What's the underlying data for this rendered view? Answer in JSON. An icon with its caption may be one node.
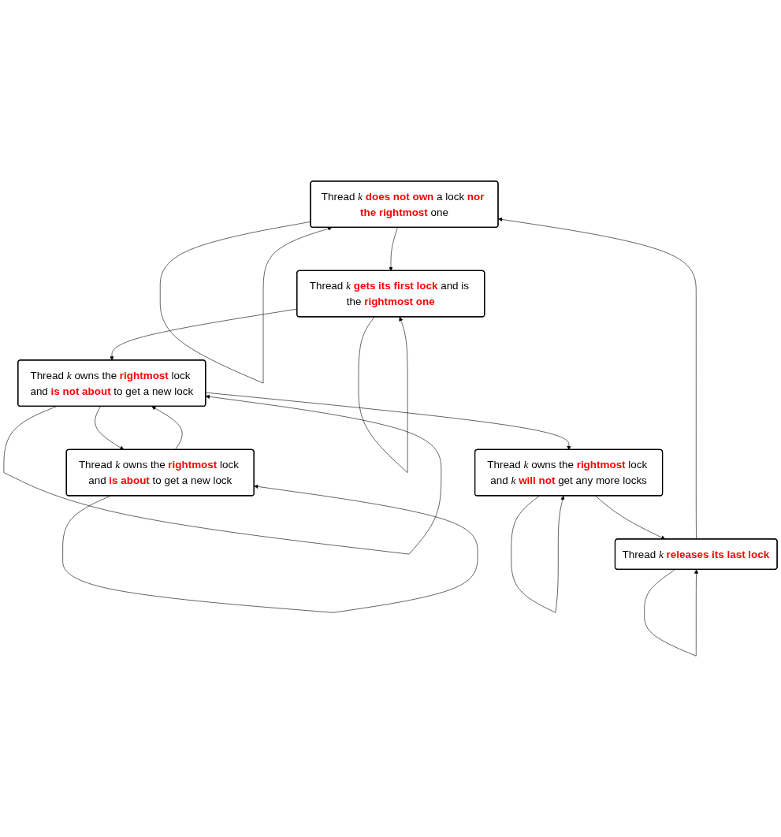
{
  "diagram": {
    "nodes": [
      {
        "text": [
          "Thread *k* **does not own** a lock **nor the rightmost** one"
        ]
      },
      {
        "text": [
          "Thread *k* **gets its first lock** and is the **rightmost one**"
        ]
      },
      {
        "text": [
          "Thread *k* owns the **rightmost** lock and **is not about** to get a new lock"
        ]
      },
      {
        "text": [
          "Thread *k* owns the **rightmost** lock and **is about** to get a new lock"
        ]
      },
      {
        "text": [
          "Thread *k* owns the **rightmost** lock and *k* **will not** get any more locks"
        ]
      },
      {
        "text": [
          "Thread *k* **releases its last lock**"
        ]
      }
    ],
    "edges": [
      {
        "from": 0,
        "to": 1,
        "arrow": "to"
      },
      {
        "from": 1,
        "to": 2,
        "arrow": "to"
      },
      {
        "from": 2,
        "to": 3,
        "arrow": "to"
      },
      {
        "from": 3,
        "to": 2,
        "arrow": "to"
      },
      {
        "from": 2,
        "to": 4,
        "arrow": "to"
      },
      {
        "from": 4,
        "to": 5,
        "arrow": "to"
      },
      {
        "from": 5,
        "to": 0,
        "arrow": "to"
      },
      {
        "from": 0,
        "to": 0,
        "arrow": "to"
      },
      {
        "from": 1,
        "to": 1,
        "arrow": "to"
      },
      {
        "from": 2,
        "to": 2,
        "arrow": "to"
      },
      {
        "from": 3,
        "to": 3,
        "arrow": "to"
      },
      {
        "from": 4,
        "to": 4,
        "arrow": "to"
      },
      {
        "from": 5,
        "to": 5,
        "arrow": "to"
      }
    ]
  }
}
